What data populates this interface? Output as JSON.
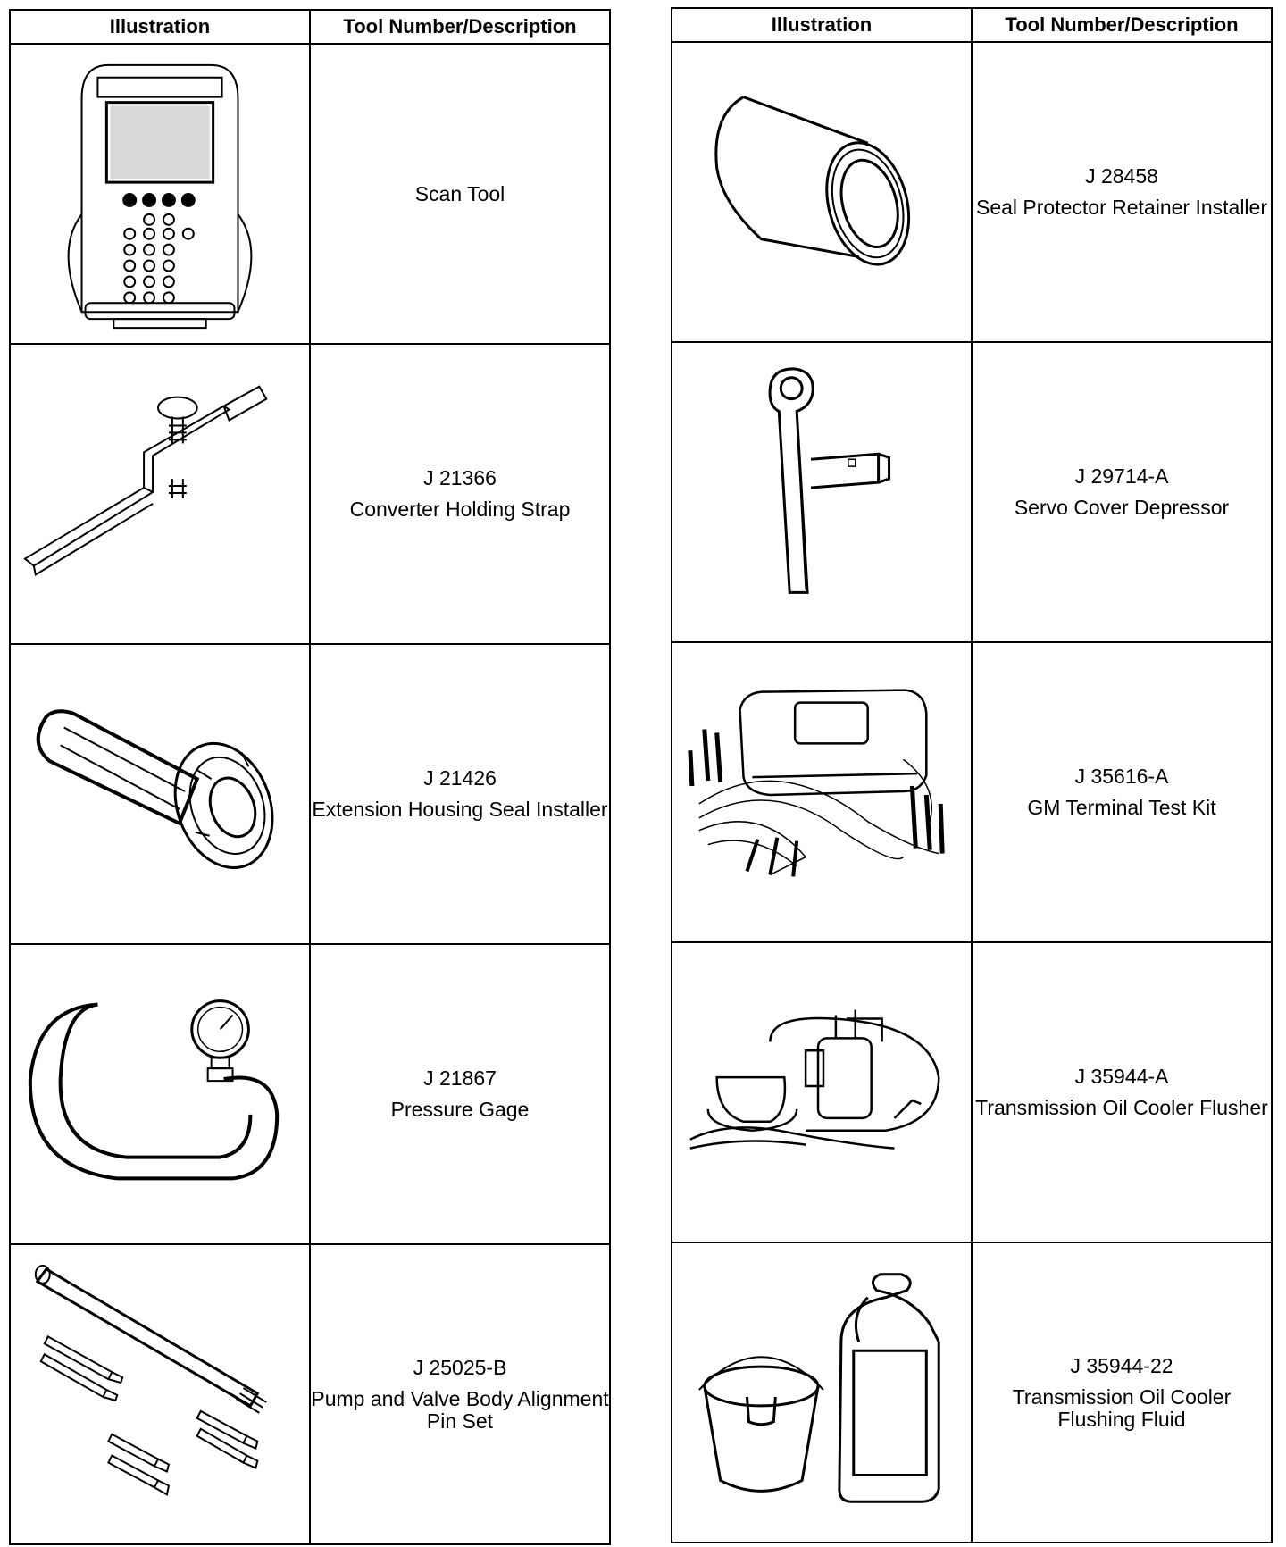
{
  "left_table": {
    "headers": {
      "illustration": "Illustration",
      "tool": "Tool Number/Description"
    },
    "rows": [
      {
        "number": "",
        "description": "Scan Tool",
        "icon": "scan-tool-icon"
      },
      {
        "number": "J 21366",
        "description": "Converter Holding Strap",
        "icon": "holding-strap-icon"
      },
      {
        "number": "J 21426",
        "description": "Extension Housing Seal Installer",
        "icon": "seal-installer-icon"
      },
      {
        "number": "J 21867",
        "description": "Pressure Gage",
        "icon": "pressure-gage-icon"
      },
      {
        "number": "J 25025-B",
        "description": "Pump and Valve Body Alignment Pin Set",
        "icon": "alignment-pin-set-icon"
      }
    ]
  },
  "right_table": {
    "headers": {
      "illustration": "Illustration",
      "tool": "Tool Number/Description"
    },
    "rows": [
      {
        "number": "J 28458",
        "description": "Seal Protector Retainer Installer",
        "icon": "seal-protector-icon"
      },
      {
        "number": "J 29714-A",
        "description": "Servo Cover Depressor",
        "icon": "servo-depressor-icon"
      },
      {
        "number": "J 35616-A",
        "description": "GM Terminal Test Kit",
        "icon": "terminal-test-kit-icon"
      },
      {
        "number": "J 35944-A",
        "description": "Transmission Oil Cooler Flusher",
        "icon": "cooler-flusher-icon"
      },
      {
        "number": "J 35944-22",
        "description": "Transmission Oil Cooler Flushing Fluid",
        "icon": "flushing-fluid-icon"
      }
    ]
  }
}
